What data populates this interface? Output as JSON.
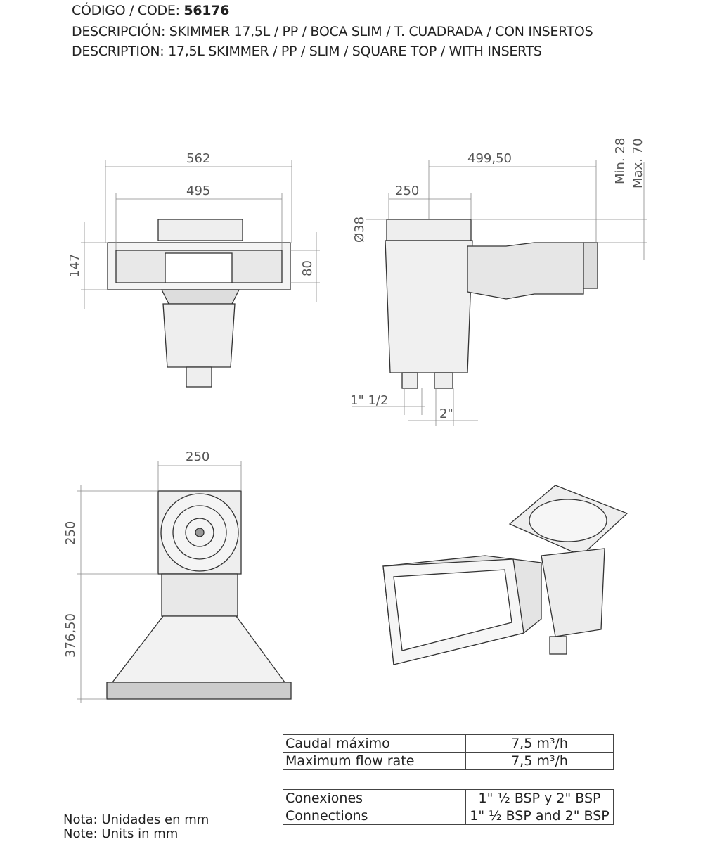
{
  "header": {
    "code_label": "CÓDIGO / CODE: ",
    "code_value": "56176",
    "descripcion": "DESCRIPCIÓN: SKIMMER 17,5L / PP / BOCA SLIM / T. CUADRADA / CON INSERTOS",
    "description": "DESCRIPTION: 17,5L SKIMMER / PP / SLIM / SQUARE TOP / WITH INSERTS"
  },
  "dimensions": {
    "front_total_width": "562",
    "front_mouth_width": "495",
    "front_height": "147",
    "front_mouth_height": "80",
    "side_length": "499,50",
    "side_body_width": "250",
    "side_diameter": "Ø38",
    "side_min": "Min. 28",
    "side_max": "Max. 70",
    "side_conn_small": "1\" 1/2",
    "side_conn_large": "2\"",
    "top_width": "250",
    "top_body_depth": "250",
    "top_mouth_depth": "376,50"
  },
  "specs": {
    "flow": [
      {
        "label": "Caudal máximo",
        "value": "7,5 m³/h"
      },
      {
        "label": "Maximum flow rate",
        "value": "7,5 m³/h"
      }
    ],
    "connections": [
      {
        "label": "Conexiones",
        "value": "1\" ½ BSP y 2\" BSP"
      },
      {
        "label": "Connections",
        "value": "1\" ½ BSP and 2\" BSP"
      }
    ]
  },
  "note": {
    "es": "Nota: Unidades en mm",
    "en": "Note: Units in mm"
  }
}
